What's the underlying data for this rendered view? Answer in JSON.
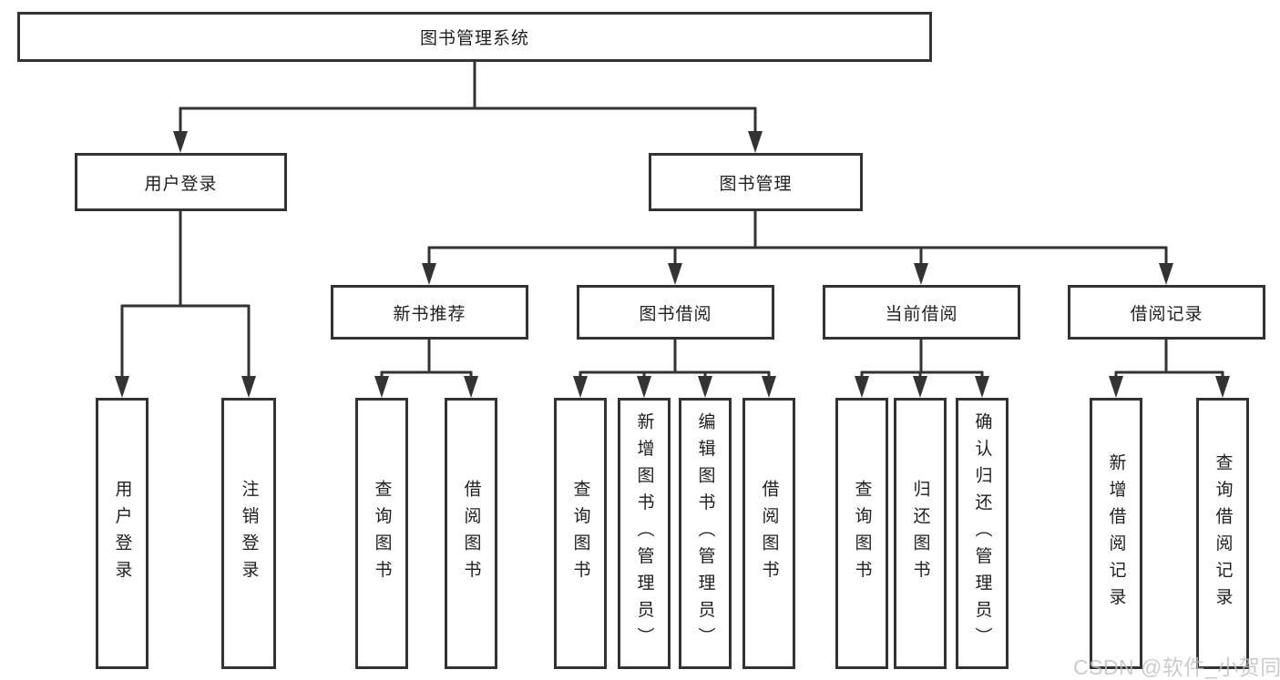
{
  "tree": {
    "root": {
      "label": "图书管理系统"
    },
    "level2": [
      {
        "label": "用户登录",
        "children": [
          "用户登录",
          "注销登录"
        ]
      },
      {
        "label": "图书管理"
      }
    ],
    "level3": [
      {
        "label": "新书推荐",
        "children": [
          "查询图书",
          "借阅图书"
        ]
      },
      {
        "label": "图书借阅",
        "children": [
          "查询图书",
          "新增图书（管理员）",
          "编辑图书（管理员）",
          "借阅图书"
        ]
      },
      {
        "label": "当前借阅",
        "children": [
          "查询图书",
          "归还图书",
          "确认归还（管理员）"
        ]
      },
      {
        "label": "借阅记录",
        "children": [
          "新增借阅记录",
          "查询借阅记录"
        ]
      }
    ]
  },
  "colors": {
    "line": "#333333",
    "text": "#1f1f1f",
    "background": "#ffffff",
    "watermark": "#c8c8c8"
  },
  "watermark": {
    "text": "CSDN @软件_小贺同学"
  }
}
